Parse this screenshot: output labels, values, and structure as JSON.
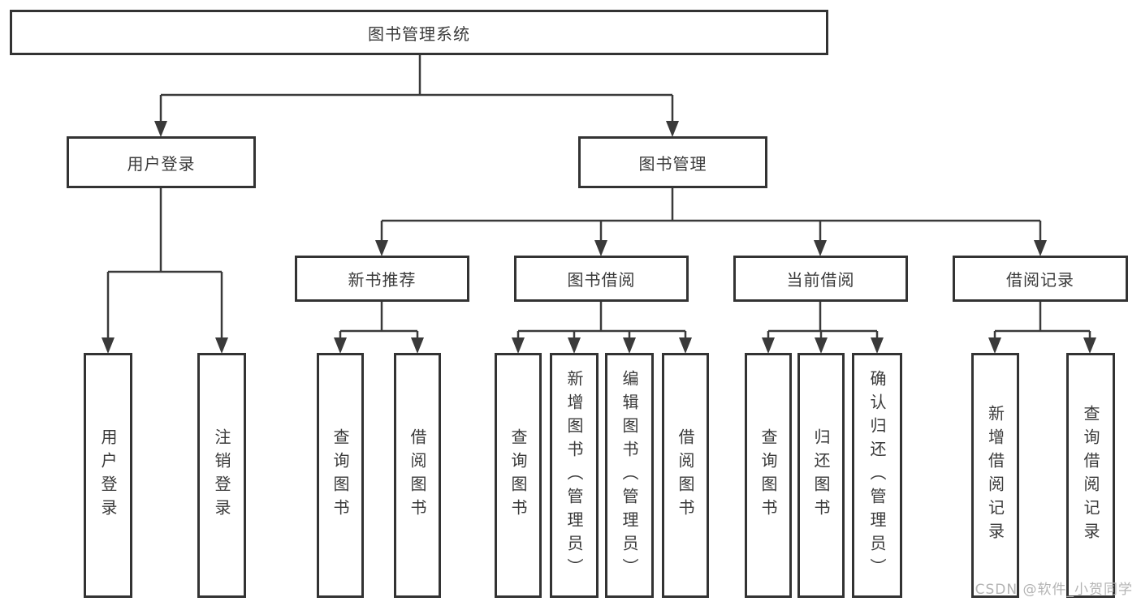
{
  "colors": {
    "line": "#3a3a3a",
    "box_border": "#333333",
    "box_fill": "#ffffff",
    "text": "#3a3a3a",
    "watermark": "#b4b4b4",
    "background": "#ffffff"
  },
  "diagram": {
    "root": {
      "label": "图书管理系统"
    },
    "branches": [
      {
        "label": "用户登录",
        "children": [
          {
            "label": "用户登录"
          },
          {
            "label": "注销登录"
          }
        ]
      },
      {
        "label": "图书管理",
        "groups": [
          {
            "label": "新书推荐",
            "children": [
              {
                "label": "查询图书"
              },
              {
                "label": "借阅图书"
              }
            ]
          },
          {
            "label": "图书借阅",
            "children": [
              {
                "label": "查询图书"
              },
              {
                "label": "新增图书（管理员）"
              },
              {
                "label": "编辑图书（管理员）"
              },
              {
                "label": "借阅图书"
              }
            ]
          },
          {
            "label": "当前借阅",
            "children": [
              {
                "label": "查询图书"
              },
              {
                "label": "归还图书"
              },
              {
                "label": "确认归还（管理员）"
              }
            ]
          },
          {
            "label": "借阅记录",
            "children": [
              {
                "label": "新增借阅记录"
              },
              {
                "label": "查询借阅记录"
              }
            ]
          }
        ]
      }
    ]
  },
  "watermark": {
    "text": "CSDN @软件_小贺同学"
  }
}
